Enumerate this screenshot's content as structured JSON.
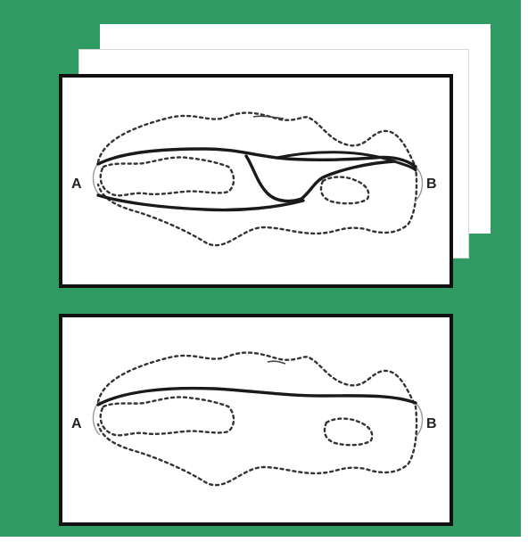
{
  "colors": {
    "background": "#2f9a62",
    "panel_border": "#111111",
    "route_line": "#1a1a1a",
    "dotted_boundary": "#333333"
  },
  "panels": [
    {
      "id": "multiple-routes",
      "start_label": "A",
      "end_label": "B"
    },
    {
      "id": "single-route",
      "start_label": "A",
      "end_label": "B"
    }
  ]
}
